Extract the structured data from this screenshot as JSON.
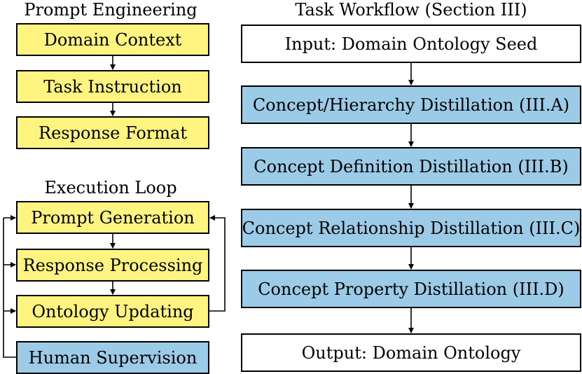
{
  "prompt_engineering": {
    "title": "Prompt Engineering",
    "steps": [
      "Domain Context",
      "Task Instruction",
      "Response Format"
    ]
  },
  "execution_loop": {
    "title": "Execution Loop",
    "steps": [
      "Prompt Generation",
      "Response Processing",
      "Ontology Updating",
      "Human Supervision"
    ]
  },
  "task_workflow": {
    "title": "Task Workflow (Section III)",
    "steps": [
      "Input: Domain Ontology Seed",
      "Concept/Hierarchy Distillation (III.A)",
      "Concept Definition Distillation (III.B)",
      "Concept Relationship Distillation (III.C)",
      "Concept Property Distillation (III.D)",
      "Output: Domain Ontology"
    ]
  },
  "colors": {
    "prompt_box": "#fff47f",
    "process_box": "#9ccbe8",
    "io_box": "#ffffff",
    "line": "#000000"
  }
}
